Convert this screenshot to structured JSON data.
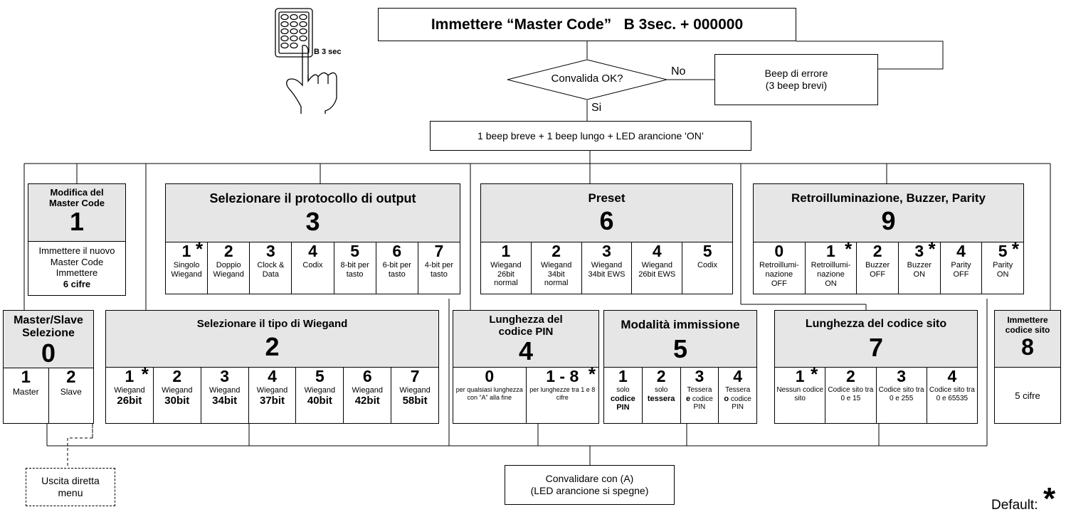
{
  "keypad": {
    "label": "B 3 sec"
  },
  "top": {
    "enter_master": "Immettere “Master Code”   B 3sec. + 000000",
    "decision": "Convalida OK?",
    "no": "No",
    "yes": "Si",
    "error": "Beep di errore\n(3 beep brevi)",
    "beeps": "1 beep breve + 1 beep lungo + LED arancione 'ON’"
  },
  "menu1": {
    "title": "Modifica del Master Code",
    "number": "1",
    "text_lines": [
      "Immettere il nuovo",
      "Master Code",
      "Immettere"
    ],
    "text_bold": "6 cifre"
  },
  "menu3": {
    "title": "Selezionare il protocollo di output",
    "number": "3",
    "options": [
      {
        "n": "1",
        "label": "Singolo Wiegand",
        "default": true
      },
      {
        "n": "2",
        "label": "Doppio Wiegand"
      },
      {
        "n": "3",
        "label": "Clock & Data"
      },
      {
        "n": "4",
        "label": "Codix"
      },
      {
        "n": "5",
        "label": "8-bit per tasto"
      },
      {
        "n": "6",
        "label": "6-bit per tasto"
      },
      {
        "n": "7",
        "label": "4-bit per tasto"
      }
    ]
  },
  "menu6": {
    "title": "Preset",
    "number": "6",
    "options": [
      {
        "n": "1",
        "label": "Wiegand 26bit normal"
      },
      {
        "n": "2",
        "label": "Wiegand 34bit normal"
      },
      {
        "n": "3",
        "label": "Wiegand 34bit EWS"
      },
      {
        "n": "4",
        "label": "Wiegand 26bit EWS"
      },
      {
        "n": "5",
        "label": "Codix"
      }
    ]
  },
  "menu9": {
    "title": "Retroilluminazione, Buzzer, Parity",
    "number": "9",
    "options": [
      {
        "n": "0",
        "label": "Retroillumi-nazione OFF"
      },
      {
        "n": "1",
        "label": "Retroillumi-nazione ON",
        "default": true
      },
      {
        "n": "2",
        "label": "Buzzer OFF"
      },
      {
        "n": "3",
        "label": "Buzzer ON",
        "default": true
      },
      {
        "n": "4",
        "label": "Parity OFF"
      },
      {
        "n": "5",
        "label": "Parity ON",
        "default": true
      }
    ]
  },
  "menu0": {
    "title": "Master/Slave Selezione",
    "number": "0",
    "options": [
      {
        "n": "1",
        "label": "Master"
      },
      {
        "n": "2",
        "label": "Slave"
      }
    ]
  },
  "menu2": {
    "title": "Selezionare il tipo di Wiegand",
    "number": "2",
    "options": [
      {
        "n": "1",
        "label": "Wiegand",
        "bold": "26bit",
        "default": true
      },
      {
        "n": "2",
        "label": "Wiegand",
        "bold": "30bit"
      },
      {
        "n": "3",
        "label": "Wiegand",
        "bold": "34bit"
      },
      {
        "n": "4",
        "label": "Wiegand",
        "bold": "37bit"
      },
      {
        "n": "5",
        "label": "Wiegand",
        "bold": "40bit"
      },
      {
        "n": "6",
        "label": "Wiegand",
        "bold": "42bit"
      },
      {
        "n": "7",
        "label": "Wiegand",
        "bold": "58bit"
      }
    ]
  },
  "menu4": {
    "title": "Lunghezza del codice PIN",
    "number": "4",
    "options": [
      {
        "n": "0",
        "label": "per qualsiasi lunghezza con “A” alla fine"
      },
      {
        "n": "1 - 8",
        "label": "per lunghezze tra 1 e 8 cifre",
        "default": true
      }
    ]
  },
  "menu5": {
    "title": "Modalità immissione",
    "number": "5",
    "options": [
      {
        "n": "1",
        "pre": "solo",
        "bold": "codice PIN",
        "post": ""
      },
      {
        "n": "2",
        "pre": "solo",
        "bold": "tessera",
        "post": ""
      },
      {
        "n": "3",
        "pre": "Tessera",
        "bold": "e",
        "post": "codice PIN"
      },
      {
        "n": "4",
        "pre": "Tessera",
        "bold": "o",
        "post": "codice PIN"
      }
    ]
  },
  "menu7": {
    "title": "Lunghezza del codice sito",
    "number": "7",
    "options": [
      {
        "n": "1",
        "label": "Nessun codice sito",
        "default": true
      },
      {
        "n": "2",
        "label": "Codice sito tra 0 e 15"
      },
      {
        "n": "3",
        "label": "Codice sito tra 0 e 255"
      },
      {
        "n": "4",
        "label": "Codice sito tra 0 e 65535"
      }
    ]
  },
  "menu8": {
    "title": "Immettere codice sito",
    "number": "8",
    "text": "5 cifre"
  },
  "exit": {
    "label": "Uscita diretta menu"
  },
  "confirm": {
    "label": "Convalidare con (A)\n(LED arancione si spegne)"
  },
  "legend": {
    "label": "Default:",
    "symbol": "*"
  }
}
